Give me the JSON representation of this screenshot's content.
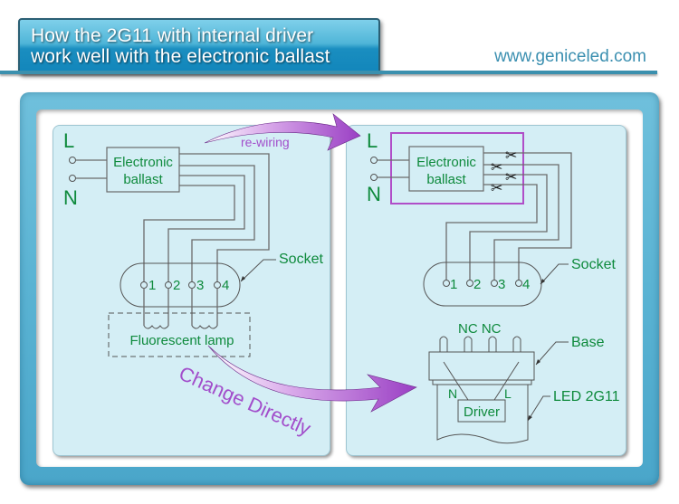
{
  "header": {
    "title_line1": "How the 2G11 with internal driver",
    "title_line2": "work well with the electronic ballast",
    "website": "www.geniceled.com"
  },
  "left_diagram": {
    "line_label": "L",
    "neutral_label": "N",
    "ballast_line1": "Electronic",
    "ballast_line2": "ballast",
    "socket_label": "Socket",
    "pins": [
      "1",
      "2",
      "3",
      "4"
    ],
    "lamp_label": "Fluorescent lamp"
  },
  "right_diagram": {
    "line_label": "L",
    "neutral_label": "N",
    "ballast_line1": "Electronic",
    "ballast_line2": "ballast",
    "socket_label": "Socket",
    "pins": [
      "1",
      "2",
      "3",
      "4"
    ],
    "nc_labels": "NC NC",
    "base_label": "Base",
    "led_label": "LED 2G11",
    "driver_label": "Driver",
    "driver_n_label": "N",
    "driver_l_label": "L",
    "cut_icon_count": 4
  },
  "arrows": {
    "top_label": "re-wiring",
    "bottom_label": "Change  Directly"
  },
  "colors": {
    "label_green": "#0e8a3c",
    "arrow_purple": "#a24ecb",
    "highlight_box": "#b04ec8",
    "panel_bg": "#d4eef5",
    "frame_blue": "#5ab3d3",
    "banner_blue": "#1a8ec0"
  }
}
